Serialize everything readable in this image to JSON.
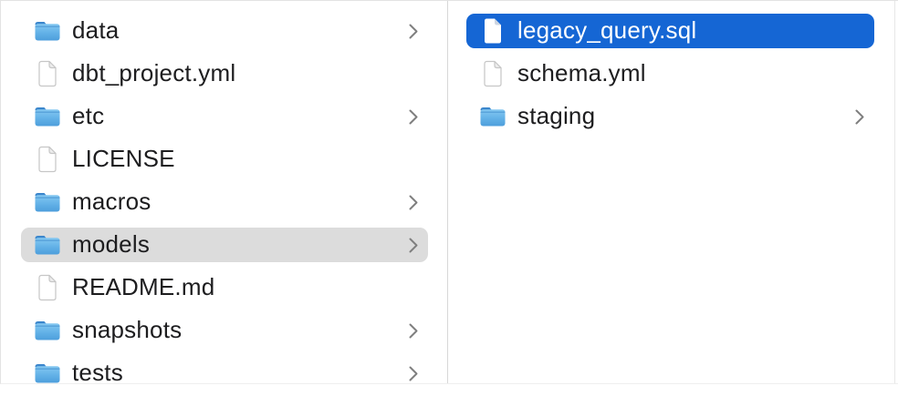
{
  "colors": {
    "selection_blue": "#1566d4",
    "selection_gray": "#dcdcdc",
    "text": "#1d1d1f",
    "selected_text": "#ffffff",
    "chevron_gray": "#7f7f7f",
    "divider": "#d8d8d8",
    "folder_blue_light": "#85c8f1",
    "folder_blue_dark": "#4d9edc",
    "folder_tab_blue": "#3b86cc"
  },
  "columns": [
    {
      "items": [
        {
          "label": "data",
          "type": "folder",
          "chevron": true,
          "selected": "none"
        },
        {
          "label": "dbt_project.yml",
          "type": "file",
          "chevron": false,
          "selected": "none"
        },
        {
          "label": "etc",
          "type": "folder",
          "chevron": true,
          "selected": "none"
        },
        {
          "label": "LICENSE",
          "type": "file",
          "chevron": false,
          "selected": "none"
        },
        {
          "label": "macros",
          "type": "folder",
          "chevron": true,
          "selected": "none"
        },
        {
          "label": "models",
          "type": "folder",
          "chevron": true,
          "selected": "gray"
        },
        {
          "label": "README.md",
          "type": "file",
          "chevron": false,
          "selected": "none"
        },
        {
          "label": "snapshots",
          "type": "folder",
          "chevron": true,
          "selected": "none"
        },
        {
          "label": "tests",
          "type": "folder",
          "chevron": true,
          "selected": "none"
        }
      ]
    },
    {
      "items": [
        {
          "label": "legacy_query.sql",
          "type": "file",
          "chevron": false,
          "selected": "blue"
        },
        {
          "label": "schema.yml",
          "type": "file",
          "chevron": false,
          "selected": "none"
        },
        {
          "label": "staging",
          "type": "folder",
          "chevron": true,
          "selected": "none"
        }
      ]
    }
  ]
}
